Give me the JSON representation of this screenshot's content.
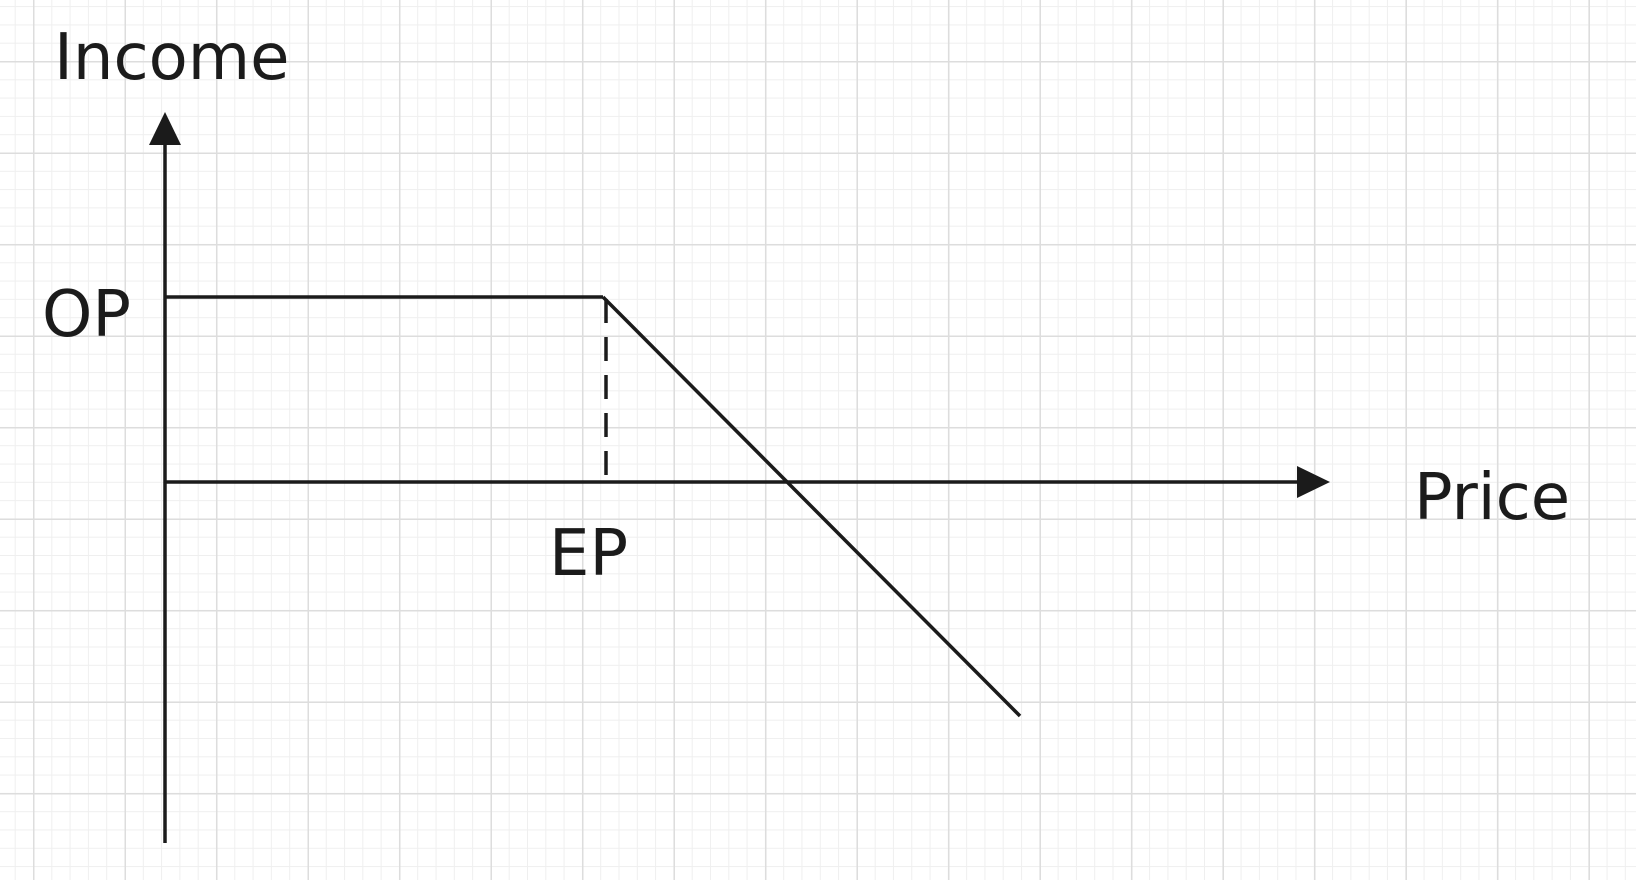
{
  "diagram": {
    "y_axis_label": "Income",
    "x_axis_label": "Price",
    "option_premium_label": "OP",
    "exercise_price_label": "EP"
  },
  "colors": {
    "line": "#1b1b1b",
    "grid_major": "#dddddd",
    "grid_minor": "#efefef",
    "background": "#ffffff"
  }
}
